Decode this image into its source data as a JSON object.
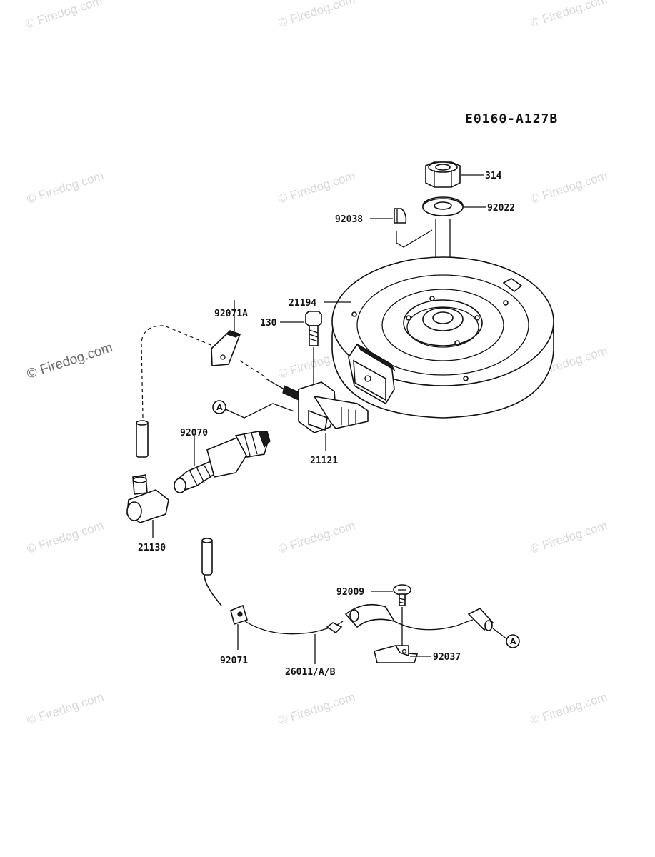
{
  "diagram": {
    "code": "E0160-A127B",
    "watermark": "© Firedog.com",
    "callout_letter": "A",
    "parts": {
      "p314": "314",
      "p92022": "92022",
      "p92038": "92038",
      "p92071A": "92071A",
      "p21194": "21194",
      "p130": "130",
      "p92070": "92070",
      "p21121": "21121",
      "p21130": "21130",
      "p92009": "92009",
      "p92037": "92037",
      "p92071": "92071",
      "p26011": "26011/A/B"
    }
  }
}
